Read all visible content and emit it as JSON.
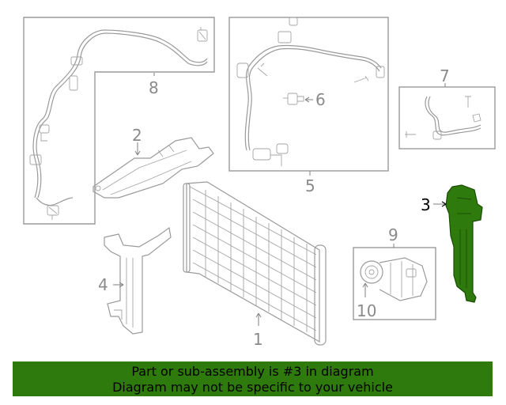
{
  "callouts": {
    "c1": "1",
    "c2": "2",
    "c3": "3",
    "c4": "4",
    "c5": "5",
    "c6": "6",
    "c7": "7",
    "c8": "8",
    "c9": "9",
    "c10": "10"
  },
  "highlight_color": "#2f7a0c",
  "banner": {
    "line1": "Part or sub-assembly is #3 in diagram",
    "line2": "Diagram may not be specific to your vehicle"
  }
}
